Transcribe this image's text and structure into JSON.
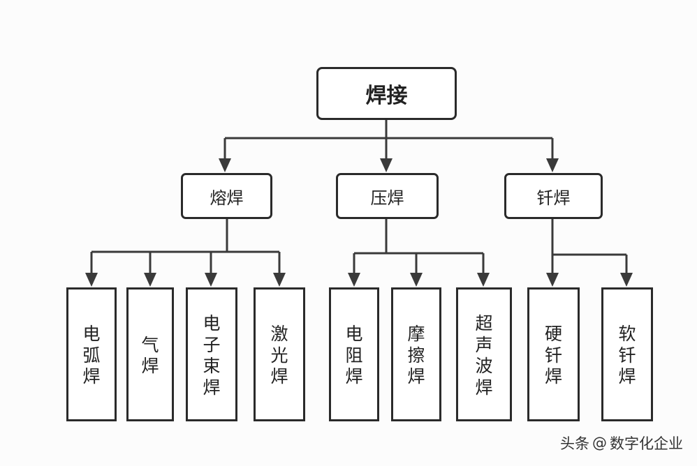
{
  "diagram": {
    "root": "焊接",
    "categories": [
      {
        "label": "熔焊",
        "children": [
          "电\n弧\n焊",
          "气\n焊",
          "电\n子\n束\n焊",
          "激\n光\n焊"
        ]
      },
      {
        "label": "压焊",
        "children": [
          "电\n阻\n焊",
          "摩\n擦\n焊",
          "超\n声\n波\n焊"
        ]
      },
      {
        "label": "钎焊",
        "children": [
          "硬\n钎\n焊",
          "软\n钎\n焊"
        ]
      }
    ]
  },
  "watermark": {
    "prefix": "头条",
    "icon": "at-icon",
    "handle": "数字化企业"
  },
  "colors": {
    "line": "#3a3a3a",
    "border": "#2a2a2a",
    "background": "#fcfcfc"
  }
}
